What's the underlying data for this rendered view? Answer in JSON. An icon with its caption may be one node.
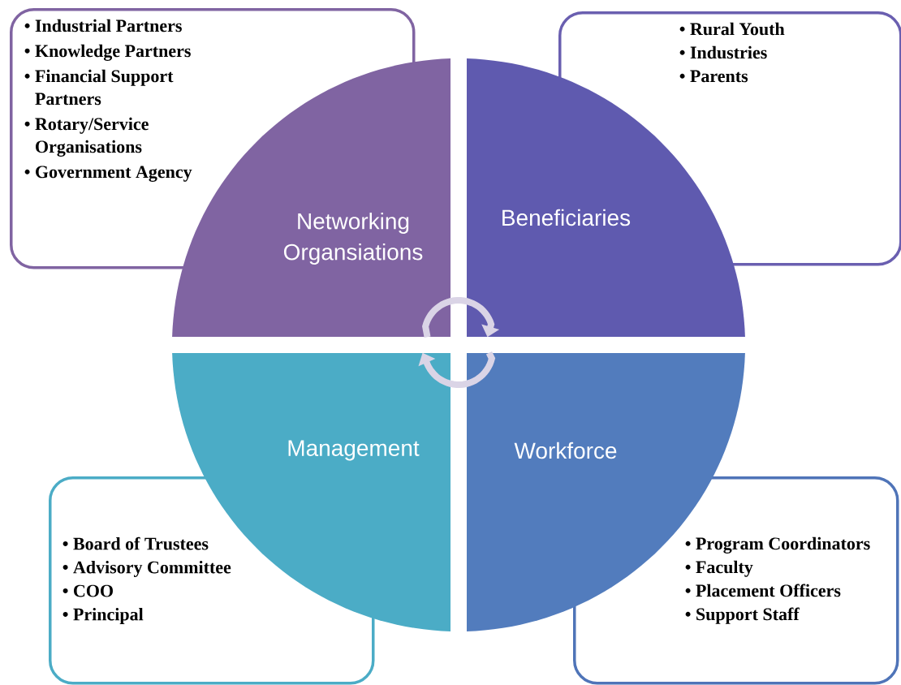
{
  "diagram": {
    "nodes": [
      {
        "text": [
          "• Industrial Partners",
          "• Knowledge Partners",
          "• Financial Support Partners",
          "• Rotary/Service Organisations",
          "• Government Agency"
        ]
      },
      {
        "text": [
          "• Rural Youth",
          "• Industries",
          "• Parents"
        ]
      },
      {
        "text": [
          "Networking Organsiations"
        ]
      },
      {
        "text": [
          "Beneficiaries"
        ]
      },
      {
        "text": [
          "Management"
        ]
      },
      {
        "text": [
          "Workforce"
        ]
      },
      {
        "text": [
          "• Board of Trustees",
          "• Advisory Committee",
          "• COO",
          "• Principal"
        ]
      },
      {
        "text": [
          "• Program Coordinators",
          "• Faculty",
          "• Placement Officers",
          "• Support Staff"
        ]
      }
    ],
    "edges": [
      {
        "from": 2,
        "to": 3,
        "arrow": "to"
      },
      {
        "from": 5,
        "to": 4,
        "arrow": "to"
      }
    ]
  }
}
